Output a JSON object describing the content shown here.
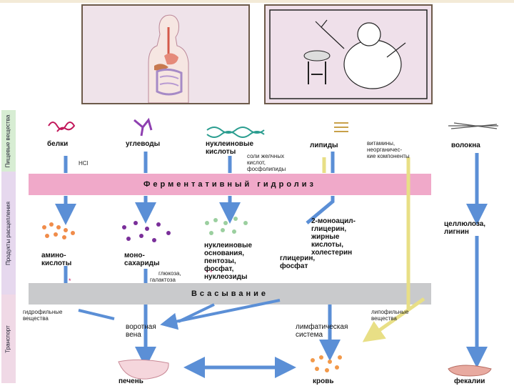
{
  "side_labels": [
    "Пищевые вещества",
    "Продукты расщепления",
    "Транспорт"
  ],
  "food": {
    "proteins": "белки",
    "carbs": "углеводы",
    "nucleic": [
      "нуклеиновые",
      "кислоты"
    ],
    "lipids": "липиды",
    "vitamins": [
      "витамины,",
      "неорганичес-",
      "кие компоненты"
    ],
    "fibers": "волокна"
  },
  "hcl": "HCl",
  "bile": [
    "соли желчных",
    "кислот,",
    "фосфолипиды"
  ],
  "hydrolysis": "Ферментативный гидролиз",
  "products": {
    "amino": [
      "амино-",
      "кислоты"
    ],
    "mono": [
      "моно-",
      "сахариды"
    ],
    "nucleo": [
      "нуклеиновые",
      "основания,",
      "пентозы,",
      "фосфат,",
      "нуклеозиды"
    ],
    "mono_acyl": [
      "2-моноацил-",
      "глицерин,",
      "жирные",
      "кислоты,",
      "холестерин"
    ],
    "glycerol": [
      "глицерин,",
      "фосфат"
    ],
    "cellulose": [
      "целлюлоза,",
      "лигнин"
    ],
    "glucose": [
      "глюкоза,",
      "галактоза"
    ]
  },
  "absorption": "Всасывание",
  "transport": {
    "hydrophilic": [
      "гидрофильные",
      "вещества"
    ],
    "lipophilic": [
      "липофильные",
      "вещества"
    ],
    "portal": [
      "воротная",
      "вена"
    ],
    "lymph": [
      "лимфатическая",
      "система"
    ]
  },
  "outputs": {
    "liver": "печень",
    "blood": "кровь",
    "feces": "фекалии"
  },
  "colors": {
    "hydrolysis_band": "#f0a9c9",
    "absorption_band": "#c9cacc",
    "arrow_blue": "#5b8fd6",
    "arrow_yellow": "#e8df86"
  }
}
